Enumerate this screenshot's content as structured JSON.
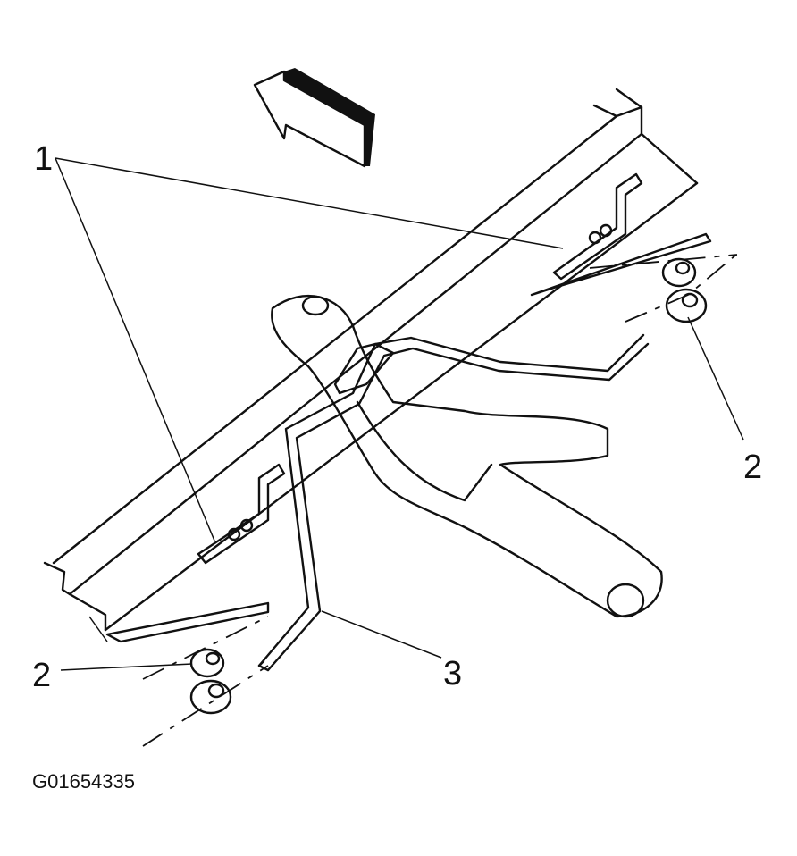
{
  "callouts": {
    "part_1": "1",
    "part_2_right": "2",
    "part_2_left": "2",
    "part_3": "3"
  },
  "figure_code": "G01654335"
}
